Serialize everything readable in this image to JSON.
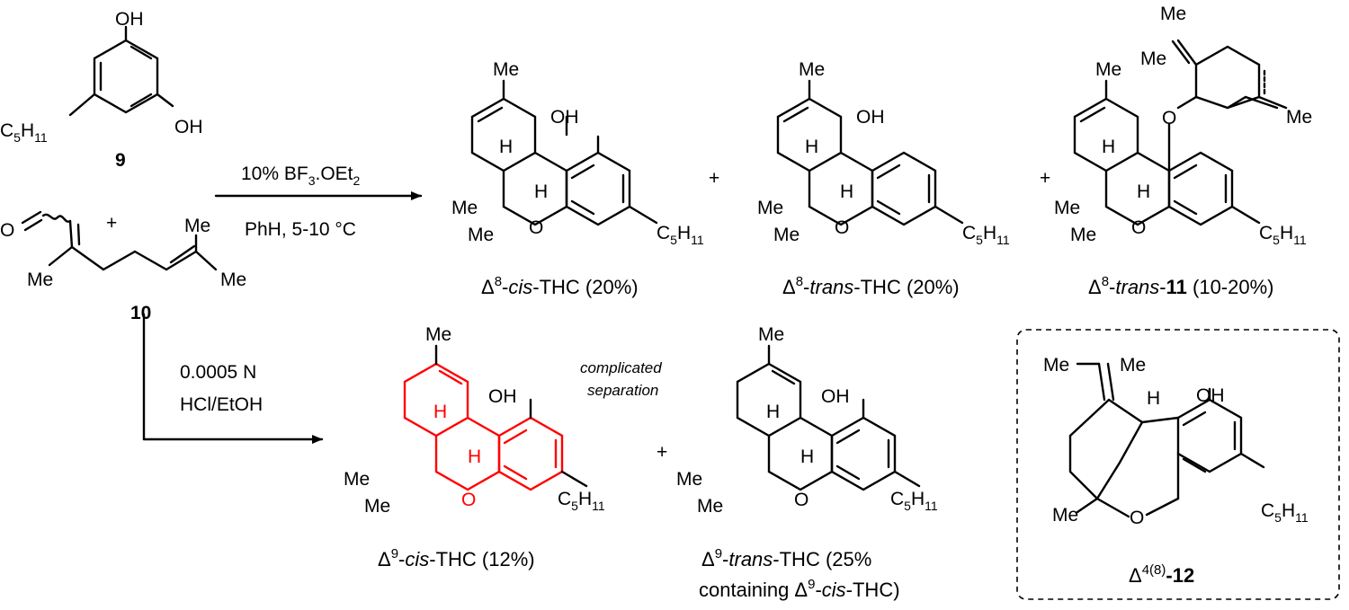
{
  "colors": {
    "highlight": "#ff0000",
    "ink": "#000000"
  },
  "compounds": {
    "c9": {
      "number": "9",
      "oh_top": "OH",
      "oh_right": "OH",
      "pentyl": "C5H11"
    },
    "c10": {
      "number": "10",
      "aldehyde_o": "O",
      "plus": "+",
      "me1": "Me",
      "me2": "Me",
      "me3": "Me"
    }
  },
  "conditions": {
    "top_reagent": "10% BF3.OEt2",
    "top_solvent": "PhH, 5-10 °C",
    "bottom_line1": "0.0005 N",
    "bottom_line2": "HCl/EtOH",
    "note_line1": "complicated",
    "note_line2": "separation"
  },
  "plus_signs": [
    "+",
    "+",
    "+"
  ],
  "products": [
    {
      "id": "d8-cis-thc",
      "prefix": "Δ",
      "sup": "8",
      "stereo": "cis",
      "suffix": "-THC (20%)"
    },
    {
      "id": "d8-trans-thc",
      "prefix": "Δ",
      "sup": "8",
      "stereo": "trans",
      "suffix": "-THC (20%)"
    },
    {
      "id": "d8-trans-11",
      "prefix": "Δ",
      "sup": "8",
      "stereo": "trans",
      "bold": "11",
      "suffix": " (10-20%)"
    },
    {
      "id": "d9-cis-thc",
      "prefix": "Δ",
      "sup": "9",
      "stereo": "cis",
      "suffix": "-THC (12%)"
    },
    {
      "id": "d9-trans-thc",
      "prefix": "Δ",
      "sup": "9",
      "stereo": "trans",
      "suffix": "-THC (25%",
      "line2": "containing Δ",
      "line2_sup": "9",
      "line2_stereo": "cis",
      "line2_end": "-THC)"
    },
    {
      "id": "d48-12",
      "prefix": "Δ",
      "sup": "4(8)",
      "bold": "-12"
    }
  ],
  "atoms": {
    "me": "Me",
    "oh": "OH",
    "o": "O",
    "h": "H",
    "pentyl": "C5H11"
  }
}
